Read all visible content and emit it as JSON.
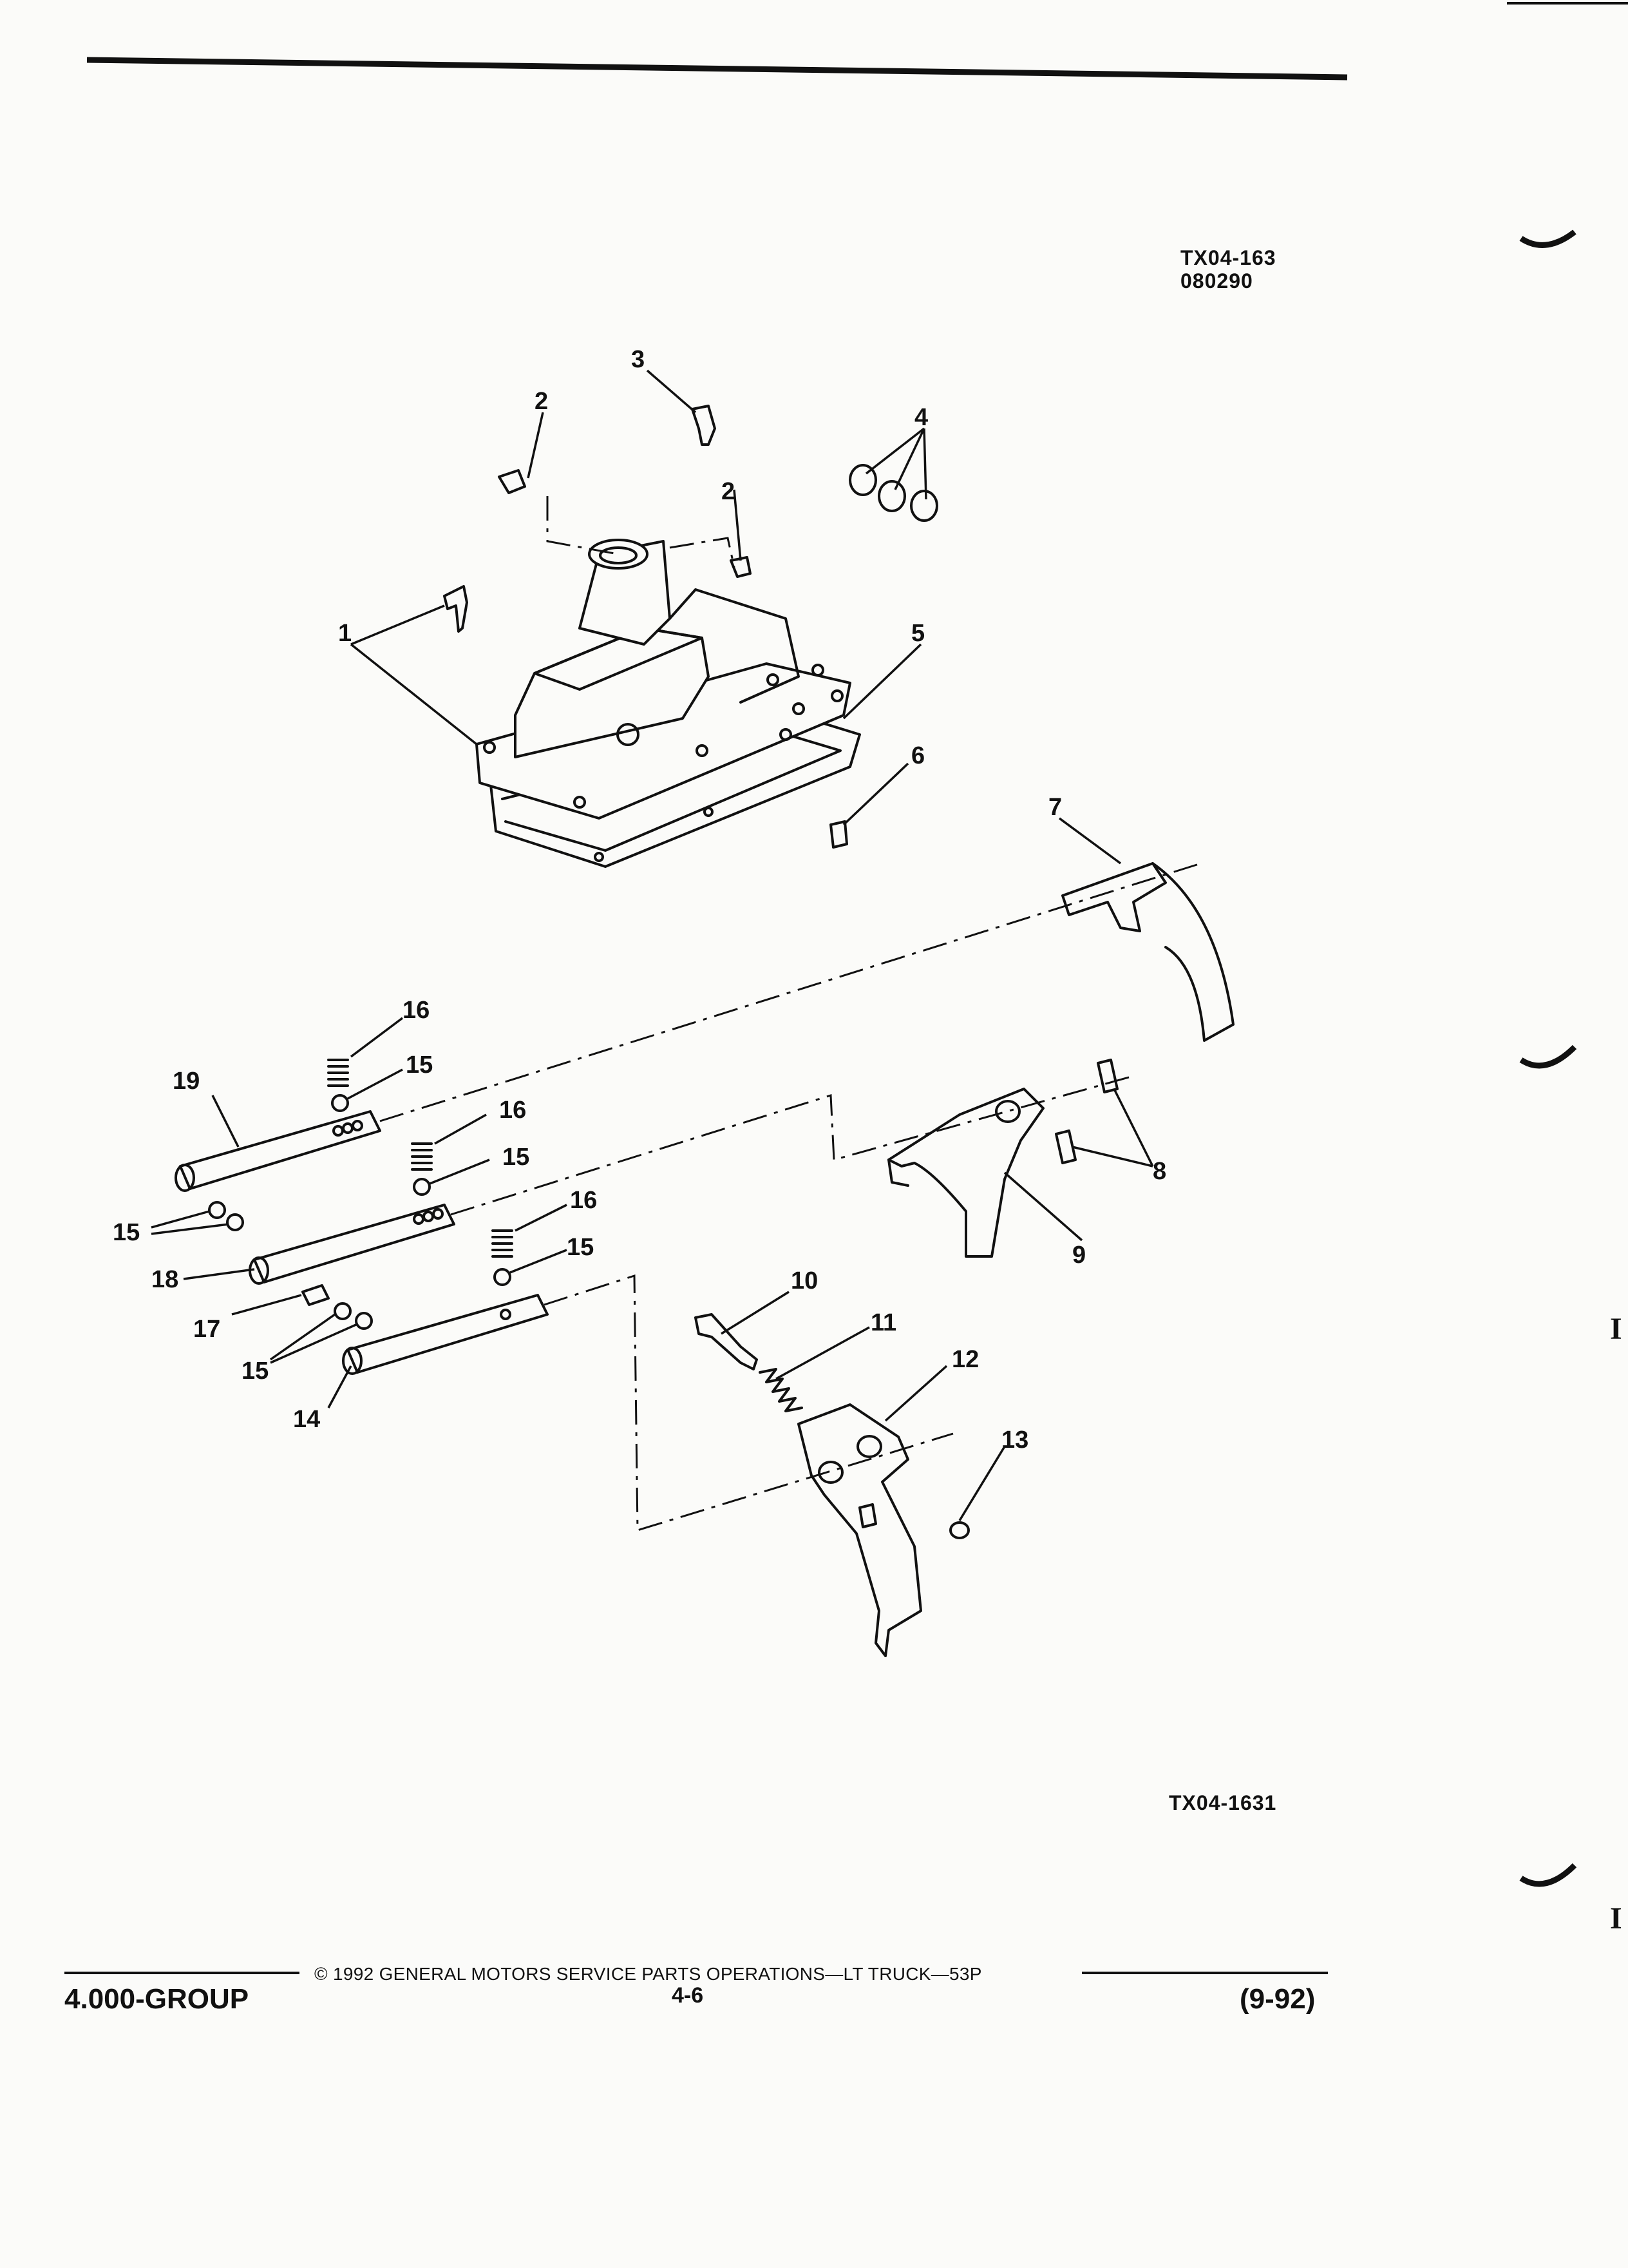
{
  "figure": {
    "ref_top_line1": "TX04-163",
    "ref_top_line2": "080290",
    "ref_bottom": "TX04-1631",
    "callouts": [
      {
        "id": "c1",
        "text": "1"
      },
      {
        "id": "c2a",
        "text": "2"
      },
      {
        "id": "c2b",
        "text": "2"
      },
      {
        "id": "c3",
        "text": "3"
      },
      {
        "id": "c4",
        "text": "4"
      },
      {
        "id": "c5",
        "text": "5"
      },
      {
        "id": "c6",
        "text": "6"
      },
      {
        "id": "c7",
        "text": "7"
      },
      {
        "id": "c8",
        "text": "8"
      },
      {
        "id": "c9",
        "text": "9"
      },
      {
        "id": "c10",
        "text": "10"
      },
      {
        "id": "c11",
        "text": "11"
      },
      {
        "id": "c12",
        "text": "12"
      },
      {
        "id": "c13",
        "text": "13"
      },
      {
        "id": "c14",
        "text": "14"
      },
      {
        "id": "c15a",
        "text": "15"
      },
      {
        "id": "c15b",
        "text": "15"
      },
      {
        "id": "c15c",
        "text": "15"
      },
      {
        "id": "c15d",
        "text": "15"
      },
      {
        "id": "c15e",
        "text": "15"
      },
      {
        "id": "c16a",
        "text": "16"
      },
      {
        "id": "c16b",
        "text": "16"
      },
      {
        "id": "c16c",
        "text": "16"
      },
      {
        "id": "c17",
        "text": "17"
      },
      {
        "id": "c18",
        "text": "18"
      },
      {
        "id": "c19",
        "text": "19"
      }
    ]
  },
  "footer": {
    "group": "4.000-GROUP",
    "copyright": "© 1992 GENERAL MOTORS SERVICE PARTS OPERATIONS—LT TRUCK—53P",
    "page": "4-6",
    "date": "(9-92)"
  },
  "edge_marks": [
    "I",
    "I"
  ]
}
